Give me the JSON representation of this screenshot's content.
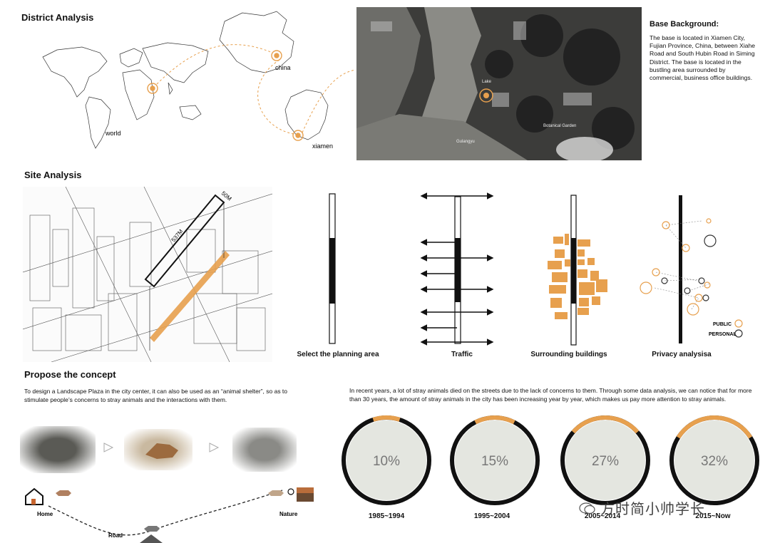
{
  "district": {
    "title": "District Analysis",
    "labels": {
      "world": "world",
      "china": "china",
      "xiamen": "xiamen"
    },
    "map_labels": {
      "gulangyu": "Gulangyu",
      "botanical": "Botanical Garden",
      "lake": "Lake"
    }
  },
  "base": {
    "title": "Base Background:",
    "text": "The base is located in Xiamen City, Fujian Province, China, between Xiahe Road and South Hubin Road in Siming District. The base is located in the bustling area surrounded by commercial, business office buildings."
  },
  "site": {
    "title": "Site Analysis",
    "dim_length": "537M",
    "dim_width": "50M",
    "diagrams": [
      {
        "label": "Select the planning area"
      },
      {
        "label": "Traffic"
      },
      {
        "label": "Surrounding buildings"
      },
      {
        "label": "Privacy analysisa"
      }
    ],
    "legend": {
      "public": "PUBLIC",
      "personal": "PERSONAL"
    }
  },
  "concept": {
    "title": "Propose the concept",
    "text": "To design a Landscape Plaza in the city center, it can also be used as an “animal shelter”, so as to stimulate people’s concerns to stray animals and the interactions with them.",
    "path_labels": {
      "home": "Home",
      "road": "Road",
      "nature": "Nature"
    }
  },
  "stats": {
    "text": "In recent years, a lot of stray animals died on the streets due to the lack of concerns to them. Through some data analysis, we can notice that for more than 30 years, the amount of stray animals in the city has been increasing year by year, which makes us pay more attention to stray animals.",
    "items": [
      {
        "value": 10,
        "label": "10%",
        "period": "1985~1994"
      },
      {
        "value": 15,
        "label": "15%",
        "period": "1995~2004"
      },
      {
        "value": 27,
        "label": "27%",
        "period": "2005~2014"
      },
      {
        "value": 32,
        "label": "32%",
        "period": "2015~Now"
      }
    ]
  },
  "watermark": "方时简小帅学长",
  "colors": {
    "accent": "#e7a04e",
    "dark": "#111111"
  }
}
